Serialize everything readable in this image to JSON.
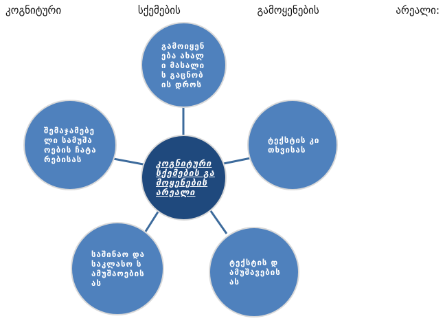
{
  "title_words": [
    "კოგნიტური",
    "სქემების",
    "გამოყენების",
    "არეალი:"
  ],
  "center": "კოგნიტური სქემების გამოყენების არეალი",
  "nodes": {
    "top": "გამოიყენება ახალი მასალის გაცნობის დროს",
    "right": "ტექსტის კითხვისას",
    "bottom_right": "ტექსტის დამუშავებისას",
    "bottom_left": "საშინაო და საკლასო სამუშაოებისას",
    "left": "შემაჯამებელი სამუშაოების ჩატარებისას"
  },
  "colors": {
    "node": "#4f81bd",
    "center": "#1f497d",
    "connector": "#3d6b9c"
  }
}
